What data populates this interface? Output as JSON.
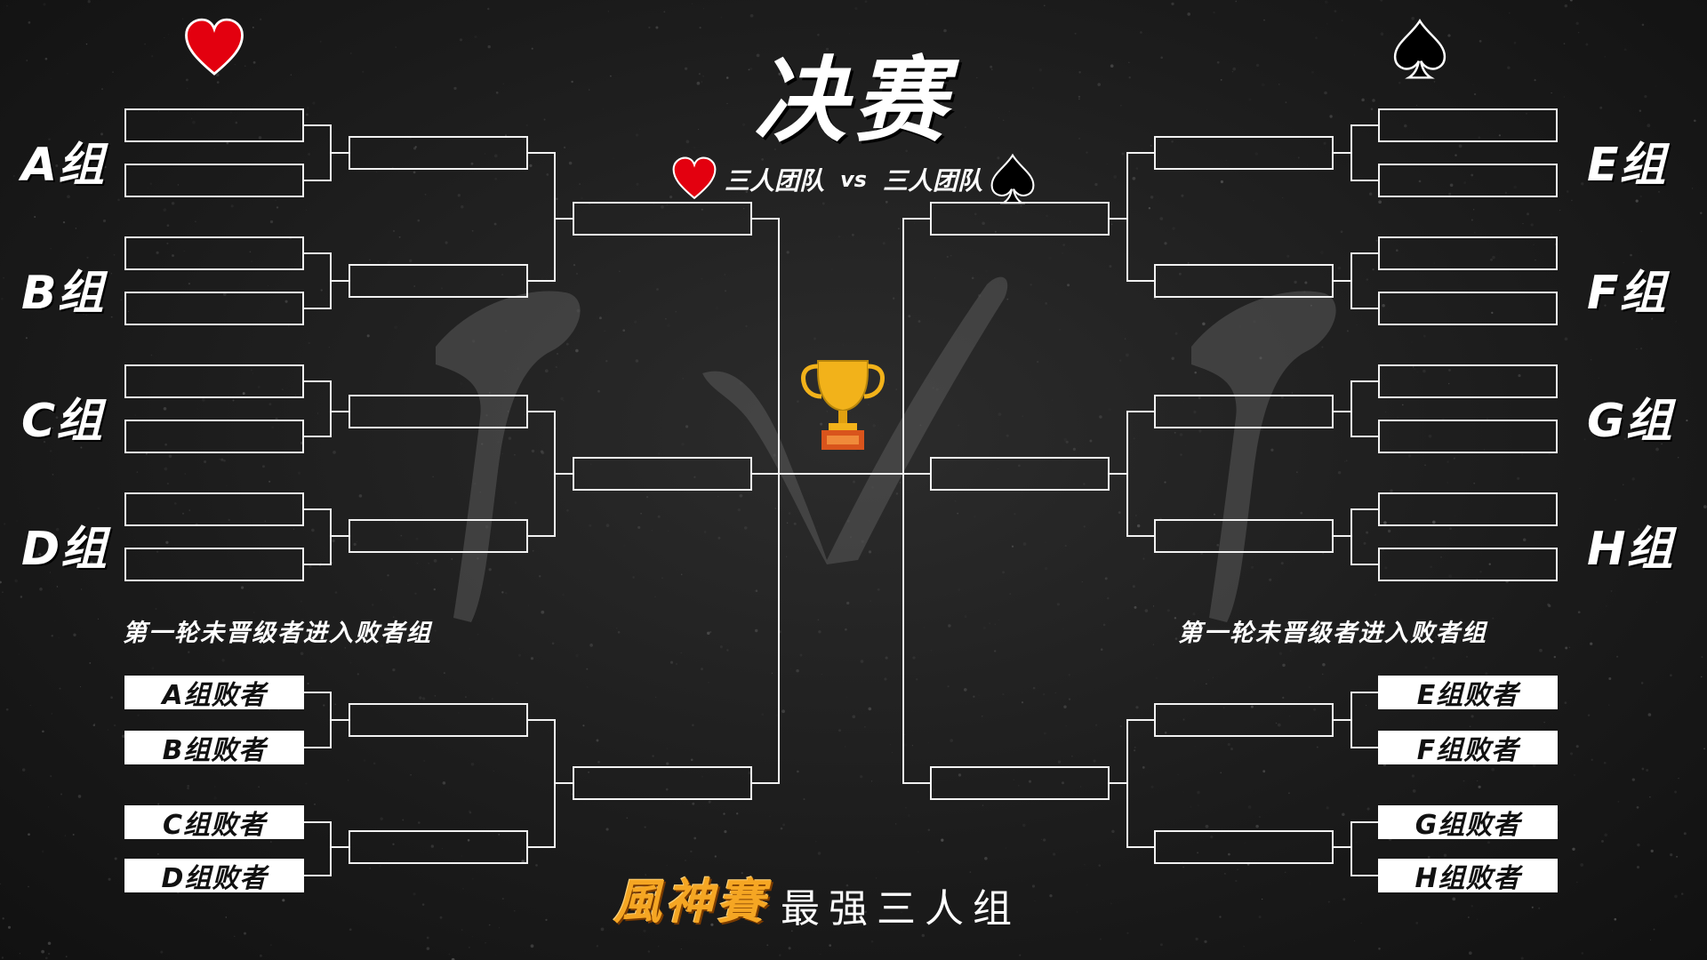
{
  "title": "决赛",
  "subtitle": {
    "left_team": "三人团队",
    "vs": "vs",
    "right_team": "三人团队"
  },
  "left_groups": [
    "A组",
    "B组",
    "C组",
    "D组"
  ],
  "right_groups": [
    "E组",
    "F组",
    "G组",
    "H组"
  ],
  "left_note": "第一轮未晋级者进入败者组",
  "right_note": "第一轮未晋级者进入败者组",
  "left_losers": [
    "A组败者",
    "B组败者",
    "C组败者",
    "D组败者"
  ],
  "right_losers": [
    "E组败者",
    "F组败者",
    "G组败者",
    "H组败者"
  ],
  "footer": {
    "logo": "風神賽",
    "text": "最强三人组"
  },
  "icons": {
    "left_suit": "heart-icon",
    "right_suit": "spade-icon",
    "center": "trophy-icon"
  },
  "colors": {
    "background": "#1a1a1a",
    "lines": "#f2f2f2",
    "heart": "#e3000f",
    "logo": "#f5a623",
    "trophy": "#f2b21a"
  }
}
